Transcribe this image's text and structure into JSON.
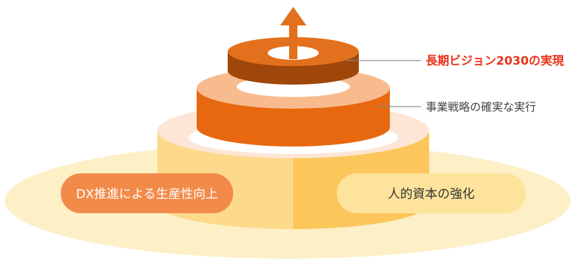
{
  "labels": {
    "top_goal": "長期ビジョン2030の実現",
    "middle_layer": "事業戦略の確実な実行",
    "left_foundation": "DX推進による生産性向上",
    "right_foundation": "人的資本の強化"
  },
  "colors": {
    "base_ground": "#fdefc6",
    "bottom_top_face": "#fde6d5",
    "bottom_side_left": "#fdd98c",
    "bottom_side_right": "#fcc65b",
    "middle_top_face": "#f8bb8e",
    "middle_side": "#e8680f",
    "top_top_face": "#e2701d",
    "top_side": "#9f460a",
    "arrow": "#e2701d",
    "goal_text": "#e8341c",
    "middle_text": "#444444",
    "left_pill": "#f28a4a",
    "left_pill_text": "#ffffff",
    "right_pill": "#fde39b",
    "right_pill_text": "#333333",
    "leader_line": "#8a8a8a"
  }
}
